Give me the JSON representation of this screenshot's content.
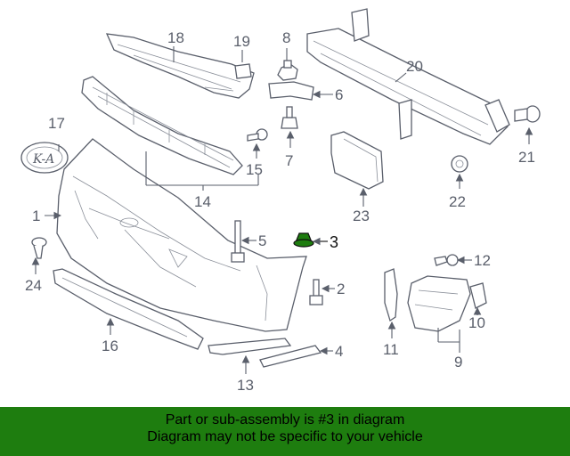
{
  "diagram": {
    "callouts": {
      "c1": "1",
      "c2": "2",
      "c3": "3",
      "c4": "4",
      "c5": "5",
      "c6": "6",
      "c7": "7",
      "c8": "8",
      "c9": "9",
      "c10": "10",
      "c11": "11",
      "c12": "12",
      "c13": "13",
      "c14": "14",
      "c15": "15",
      "c16": "16",
      "c17": "17",
      "c18": "18",
      "c19": "19",
      "c20": "20",
      "c21": "21",
      "c22": "22",
      "c23": "23",
      "c24": "24"
    },
    "highlighted_part": "3",
    "highlight_color": "#1e7d0f"
  },
  "footer": {
    "line1": "Part or sub-assembly is #3 in diagram",
    "line2": "Diagram may not be specific to your vehicle",
    "background": "#1e7d0f"
  }
}
